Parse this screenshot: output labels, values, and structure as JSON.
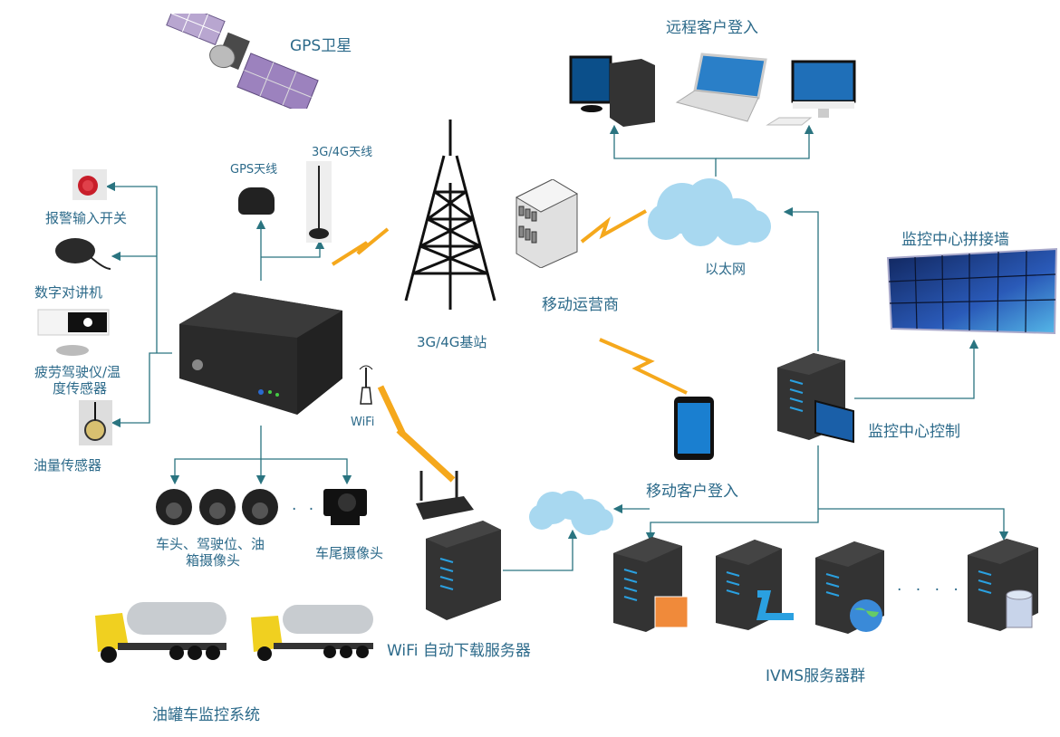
{
  "title": "油罐车监控系统",
  "colors": {
    "label": "#2c6a8a",
    "connector": "#2a7480",
    "lightning": "#f5a81c",
    "cloud": "#a8d8f0",
    "server": "#333333",
    "server_led": "#2aa0e0"
  },
  "labels": {
    "gps_satellite": "GPS卫星",
    "gps_antenna": "GPS天线",
    "cellular_antenna": "3G/4G天线",
    "alarm_switch": "报警输入开关",
    "digital_intercom": "数字对讲机",
    "fatigue_sensor_line1": "疲劳驾驶仪/温",
    "fatigue_sensor_line2": "度传感器",
    "fuel_sensor": "油量传感器",
    "base_station": "3G/4G基站",
    "mobile_operator": "移动运营商",
    "ethernet": "以太网",
    "remote_login": "远程客户登入",
    "video_wall": "监控中心拼接墙",
    "monitor_control": "监控中心控制",
    "mobile_login": "移动客户登入",
    "wifi": "WiFi",
    "cabin_cameras_line1": "车头、驾驶位、油",
    "cabin_cameras_line2": "箱摄像头",
    "rear_camera": "车尾摄像头",
    "wifi_server": "WiFi 自动下载服务器",
    "ivms_cluster": "IVMS服务器群",
    "system_title": "油罐车监控系统",
    "ellipsis": "· · ·",
    "server_ellipsis": "· · · · · ·"
  }
}
